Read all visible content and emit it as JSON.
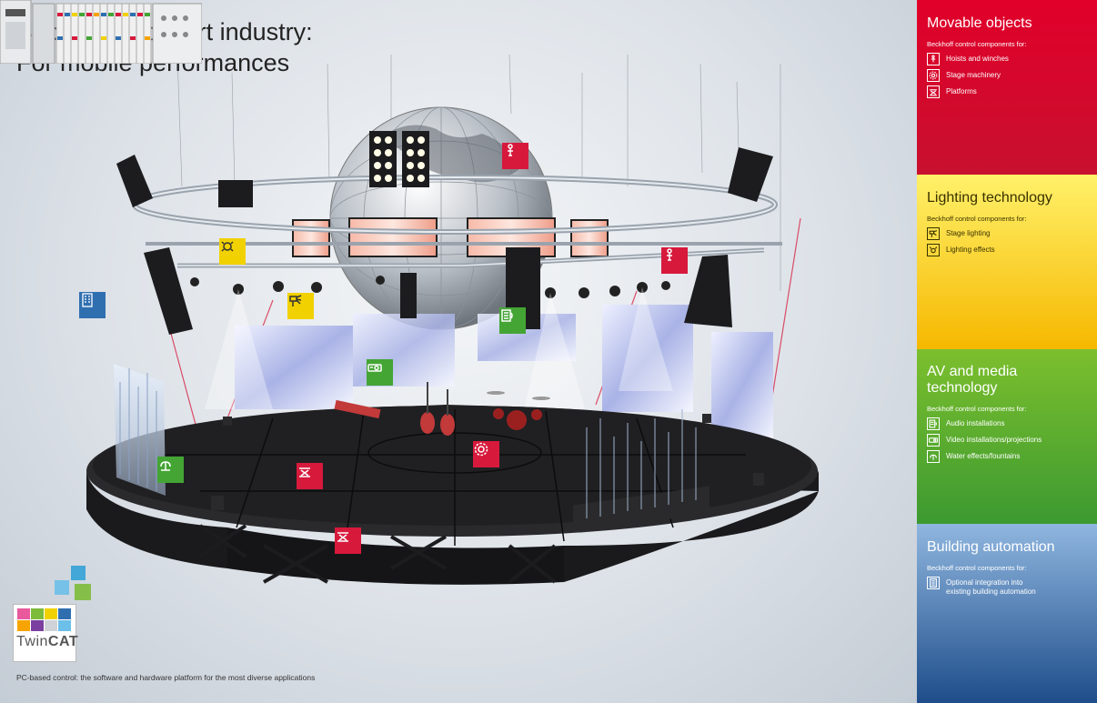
{
  "title": {
    "line1": "Show and concert industry:",
    "line2": "For mobile performances"
  },
  "caption": "PC-based control: the software and hardware platform for the most diverse applications",
  "twincat": {
    "label_twin": "Twin",
    "label_cat": "CAT"
  },
  "colors": {
    "movable": "#d7193c",
    "lighting": "#f2d100",
    "av": "#44a535",
    "building": "#2f6fb0"
  },
  "panels": {
    "movable": {
      "title": "Movable objects",
      "subtitle": "Beckhoff control components for:",
      "items": [
        {
          "label": "Hoists and winches",
          "icon": "hoist-icon"
        },
        {
          "label": "Stage machinery",
          "icon": "gear-icon"
        },
        {
          "label": "Platforms",
          "icon": "platform-icon"
        }
      ]
    },
    "lighting": {
      "title": "Lighting technology",
      "subtitle": "Beckhoff control components for:",
      "items": [
        {
          "label": "Stage lighting",
          "icon": "spotlight-icon"
        },
        {
          "label": "Lighting effects",
          "icon": "lighting-effects-icon"
        }
      ]
    },
    "av": {
      "title": "AV and media technology",
      "subtitle": "Beckhoff control components for:",
      "items": [
        {
          "label": "Audio installations",
          "icon": "audio-icon"
        },
        {
          "label": "Video installations/projections",
          "icon": "projector-icon"
        },
        {
          "label": "Water effects/fountains",
          "icon": "fountain-icon"
        }
      ]
    },
    "building": {
      "title": "Building automation",
      "subtitle": "Beckhoff control components for:",
      "items": [
        {
          "label": "Optional integration into existing building automation",
          "icon": "building-icon"
        }
      ]
    }
  }
}
